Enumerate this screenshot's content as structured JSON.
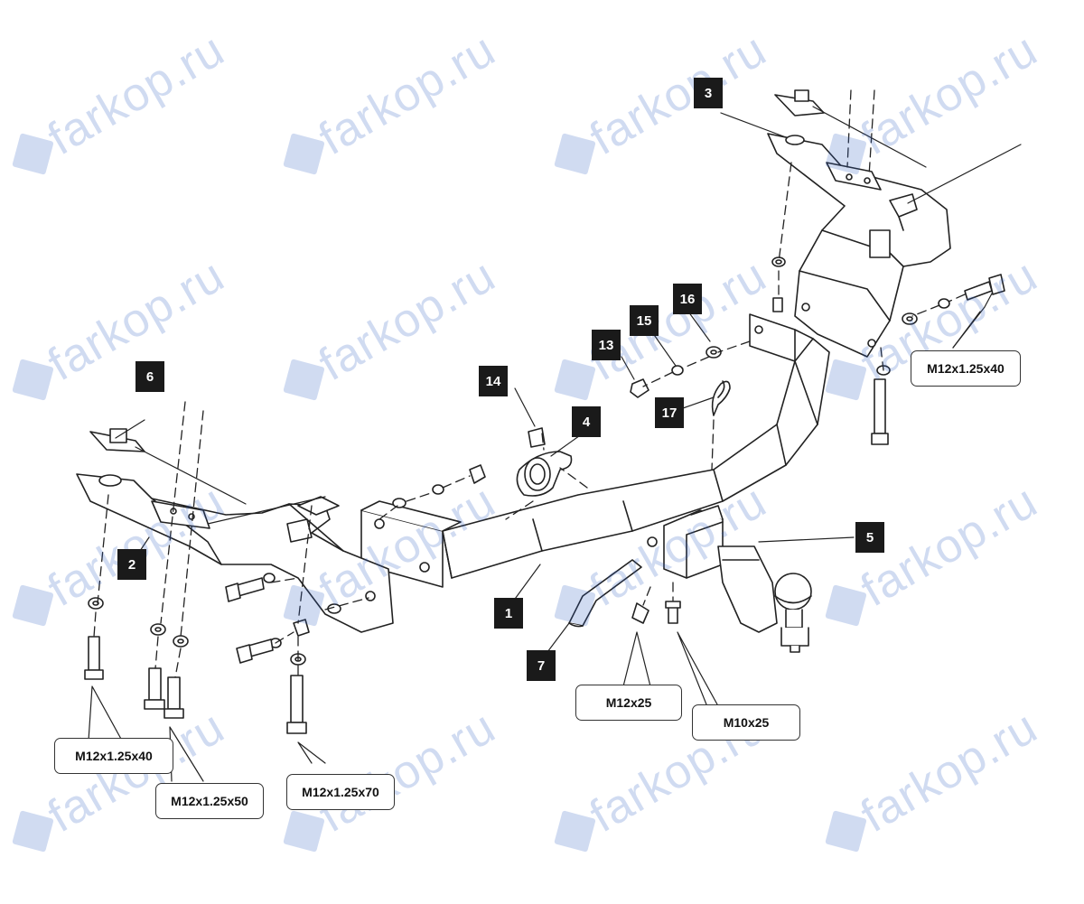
{
  "watermark": {
    "text": "farkop.ru",
    "icon": "car-logo-icon",
    "color": "#2f5ec4"
  },
  "callouts": [
    {
      "id": "c1",
      "label": "1"
    },
    {
      "id": "c2",
      "label": "2"
    },
    {
      "id": "c3",
      "label": "3"
    },
    {
      "id": "c4",
      "label": "4"
    },
    {
      "id": "c5",
      "label": "5"
    },
    {
      "id": "c6",
      "label": "6"
    },
    {
      "id": "c7",
      "label": "7"
    },
    {
      "id": "c13",
      "label": "13"
    },
    {
      "id": "c14",
      "label": "14"
    },
    {
      "id": "c15",
      "label": "15"
    },
    {
      "id": "c16",
      "label": "16"
    },
    {
      "id": "c17",
      "label": "17"
    }
  ],
  "specs": [
    {
      "id": "s1",
      "label": "M12x1.25x40"
    },
    {
      "id": "s2",
      "label": "M12x1.25x40"
    },
    {
      "id": "s3",
      "label": "M12x1.25x50"
    },
    {
      "id": "s4",
      "label": "M12x1.25x70"
    },
    {
      "id": "s5",
      "label": "M12x25"
    },
    {
      "id": "s6",
      "label": "M10x25"
    }
  ]
}
